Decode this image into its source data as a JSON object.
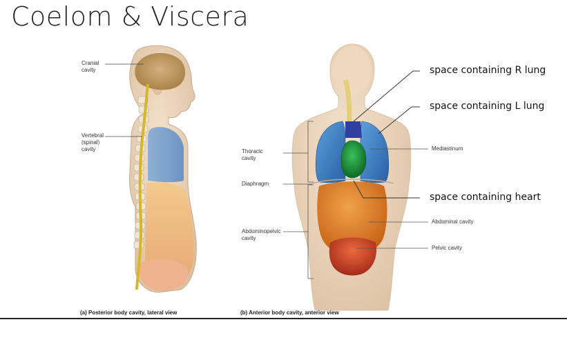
{
  "slide": {
    "title": "Coelom & Viscera"
  },
  "left_figure": {
    "labels": {
      "cranial": "Cranial\ncavity",
      "vertebral": "Vertebral\n(spinal)\ncavity"
    },
    "caption": "(a) Posterior body cavity, lateral view"
  },
  "right_figure": {
    "labels": {
      "thoracic": "Thoracic\ncavity",
      "diaphragm": "Diaphragm",
      "abdominopelvic": "Abdominopelvic\ncavity",
      "mediastinum": "Mediastinum",
      "abdominal": "Abdominal cavity",
      "pelvic": "Pelvic cavity"
    },
    "annotations": {
      "r_lung": "space containing R lung",
      "l_lung": "space containing L lung",
      "heart": "space containing heart"
    },
    "caption": "(b) Anterior body cavity, anterior view"
  },
  "colors": {
    "skin": "#ead2b6",
    "cranial": "#b89460",
    "spine": "#d4b82a",
    "lung": "#3d7fc4",
    "heart": "#1f9a3c",
    "abdomen": "#e07c1e",
    "pelvis": "#c8452a"
  }
}
